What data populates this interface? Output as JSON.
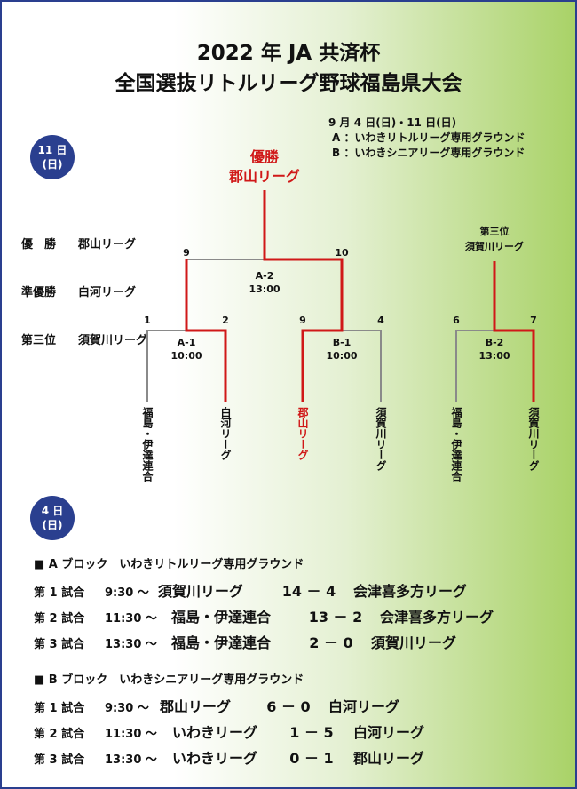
{
  "title": {
    "line1": "2022 年 JA 共済杯",
    "line2": "全国選抜リトルリーグ野球福島県大会"
  },
  "schedule": {
    "dates": "9 月 4 日(日)・11 日(日)",
    "venue_a": "A ：いわきリトルリーグ専用グラウンド",
    "venue_b": "B ：いわきシニアリーグ専用グラウンド"
  },
  "day11": {
    "line1": "11 日",
    "line2": "(日)"
  },
  "day4": {
    "line1": "4 日",
    "line2": "(日)"
  },
  "results": [
    {
      "label": "優　勝",
      "team": "郡山リーグ"
    },
    {
      "label": "準優勝",
      "team": "白河リーグ"
    },
    {
      "label": "第三位",
      "team": "須賀川リーグ"
    }
  ],
  "bracket": {
    "champion_label": "優勝",
    "champion_team": "郡山リーグ",
    "final": {
      "name": "A-2",
      "time": "13:00",
      "score_left": "9",
      "score_right": "10"
    },
    "semi1": {
      "name": "A-1",
      "time": "10:00",
      "score_left": "1",
      "score_right": "2"
    },
    "semi2": {
      "name": "B-1",
      "time": "10:00",
      "score_left": "9",
      "score_right": "4"
    },
    "third_match": {
      "name": "B-2",
      "time": "13:00",
      "score_left": "6",
      "score_right": "7"
    },
    "third_label": "第三位",
    "third_team": "須賀川リーグ",
    "teams": [
      "福島・伊達連合",
      "白河リーグ",
      "郡山リーグ",
      "須賀川リーグ",
      "福島・伊達連合",
      "須賀川リーグ"
    ]
  },
  "colors": {
    "accent_blue": "#2a3f8f",
    "winner_red": "#d01818",
    "line_gray": "#8a8a8a"
  },
  "block_a": {
    "header": "■ A ブロック　いわきリトルリーグ専用グラウンド",
    "games": [
      {
        "no": "第 1 試合",
        "time": "9:30 〜",
        "team1": "須賀川リーグ",
        "score": "14 － 4",
        "team2": "会津喜多方リーグ"
      },
      {
        "no": "第 2 試合",
        "time": "11:30 〜",
        "team1": "福島・伊達連合",
        "score": "13 － 2",
        "team2": "会津喜多方リーグ"
      },
      {
        "no": "第 3 試合",
        "time": "13:30 〜",
        "team1": "福島・伊達連合",
        "score": "2 － 0",
        "team2": "須賀川リーグ"
      }
    ]
  },
  "block_b": {
    "header": "■ B ブロック　いわきシニアリーグ専用グラウンド",
    "games": [
      {
        "no": "第 1 試合",
        "time": "9:30 〜",
        "team1": "郡山リーグ",
        "score": "6 － 0",
        "team2": "白河リーグ"
      },
      {
        "no": "第 2 試合",
        "time": "11:30 〜",
        "team1": "いわきリーグ",
        "score": "1 － 5",
        "team2": "白河リーグ"
      },
      {
        "no": "第 3 試合",
        "time": "13:30 〜",
        "team1": "いわきリーグ",
        "score": "0 － 1",
        "team2": "郡山リーグ"
      }
    ]
  }
}
